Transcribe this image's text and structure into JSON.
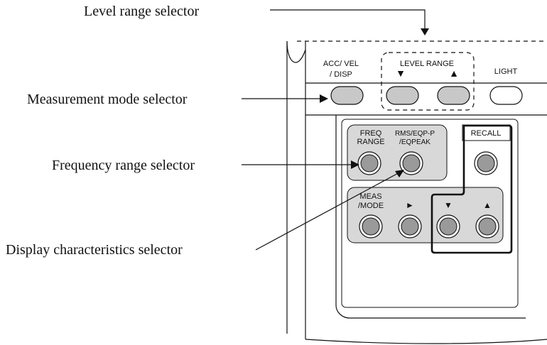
{
  "callouts": {
    "level_range": "Level range selector",
    "measurement_mode": "Measurement mode selector",
    "frequency_range": "Frequency range selector",
    "display_characteristics": "Display characteristics selector"
  },
  "top_panel": {
    "acc_vel_line1": "ACC/ VEL",
    "acc_vel_line2": "/ DISP",
    "level_range": "LEVEL RANGE",
    "level_down": "▼",
    "level_up": "▲",
    "light": "LIGHT"
  },
  "lower_panel": {
    "freq_line1": "FREQ",
    "freq_line2": "RANGE",
    "rms_line1": "RMS/EQP-P",
    "rms_line2": "/EQPEAK",
    "recall": "RECALL",
    "meas_line1": "MEAS",
    "meas_line2": "/MODE",
    "play_arrow": "►",
    "down_arrow": "▼",
    "up_arrow": "▲"
  },
  "colors": {
    "button_fill": "#9a9a9a",
    "group_fill": "#d8d8d8",
    "top_button_fill": "#c8c8c8"
  }
}
